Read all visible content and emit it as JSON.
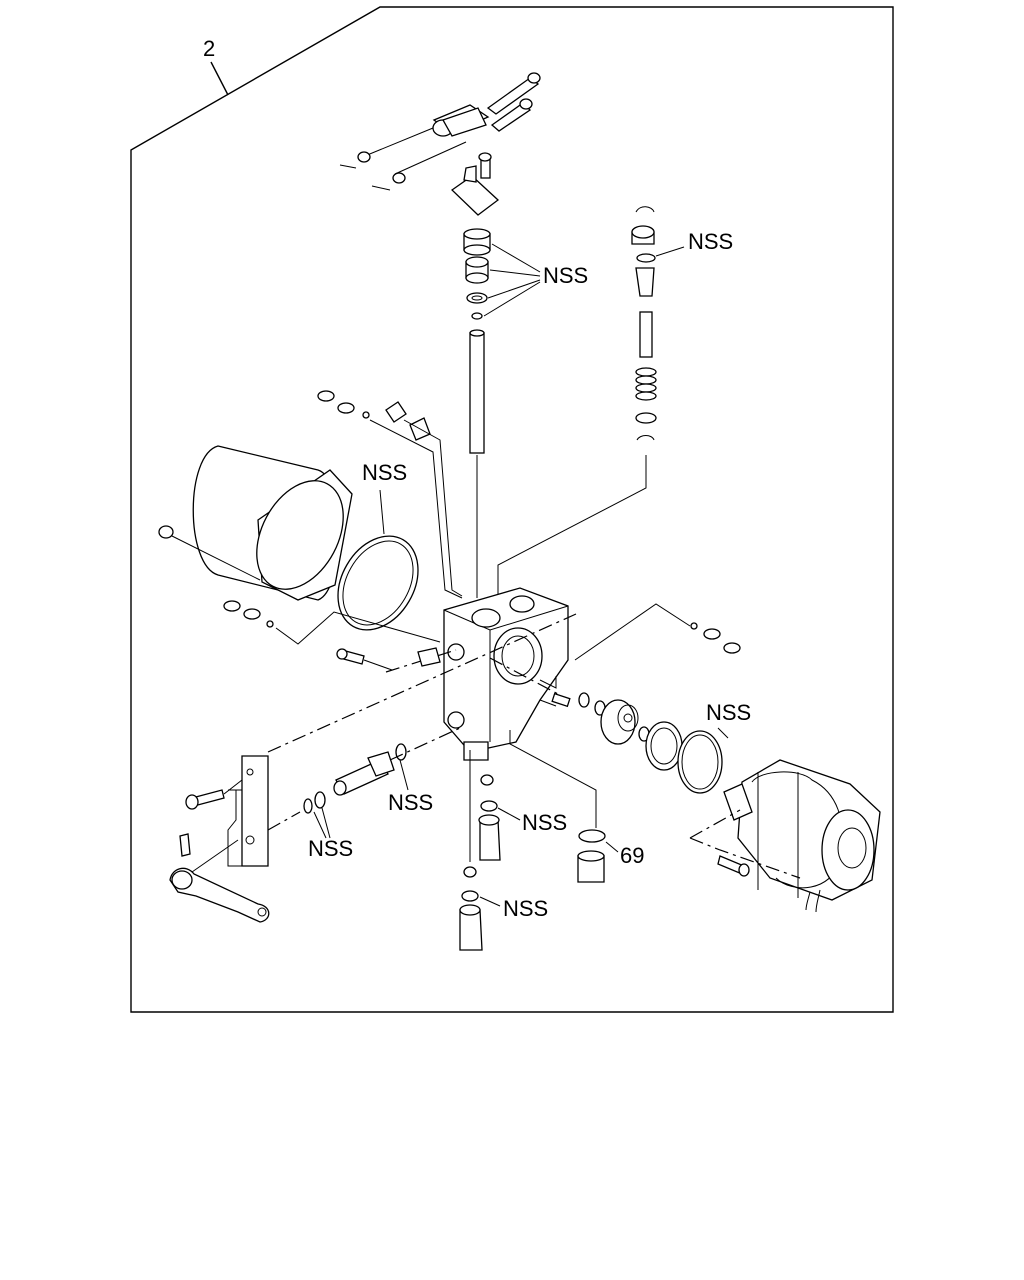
{
  "diagram": {
    "callouts": {
      "assembly": "2",
      "nss_top_center": "NSS",
      "nss_top_right": "NSS",
      "nss_left_ring": "NSS",
      "nss_right_ring": "NSS",
      "nss_lower_left": "NSS",
      "nss_lower_center": "NSS",
      "nss_fitting_top": "NSS",
      "nss_fitting_bottom": "NSS",
      "item_69": "69"
    },
    "icons": [
      "valve-body",
      "solenoid-actuator",
      "motor-cylinder",
      "lever-arm",
      "mounting-bracket",
      "bolt",
      "spring",
      "o-ring",
      "shaft",
      "bearing",
      "fitting"
    ]
  }
}
